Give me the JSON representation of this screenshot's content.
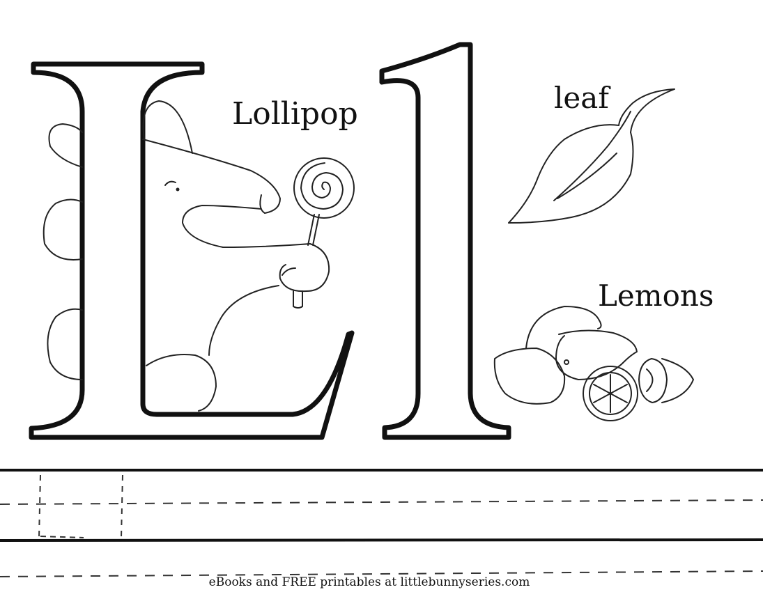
{
  "letter_upper": "L",
  "letter_lower": "l",
  "words": {
    "lollipop": "Lollipop",
    "leaf": "leaf",
    "lemons": "Lemons"
  },
  "footer": "eBooks and FREE printables at littlebunnyseries.com",
  "colors": {
    "ink": "#111111",
    "paper": "#ffffff"
  }
}
